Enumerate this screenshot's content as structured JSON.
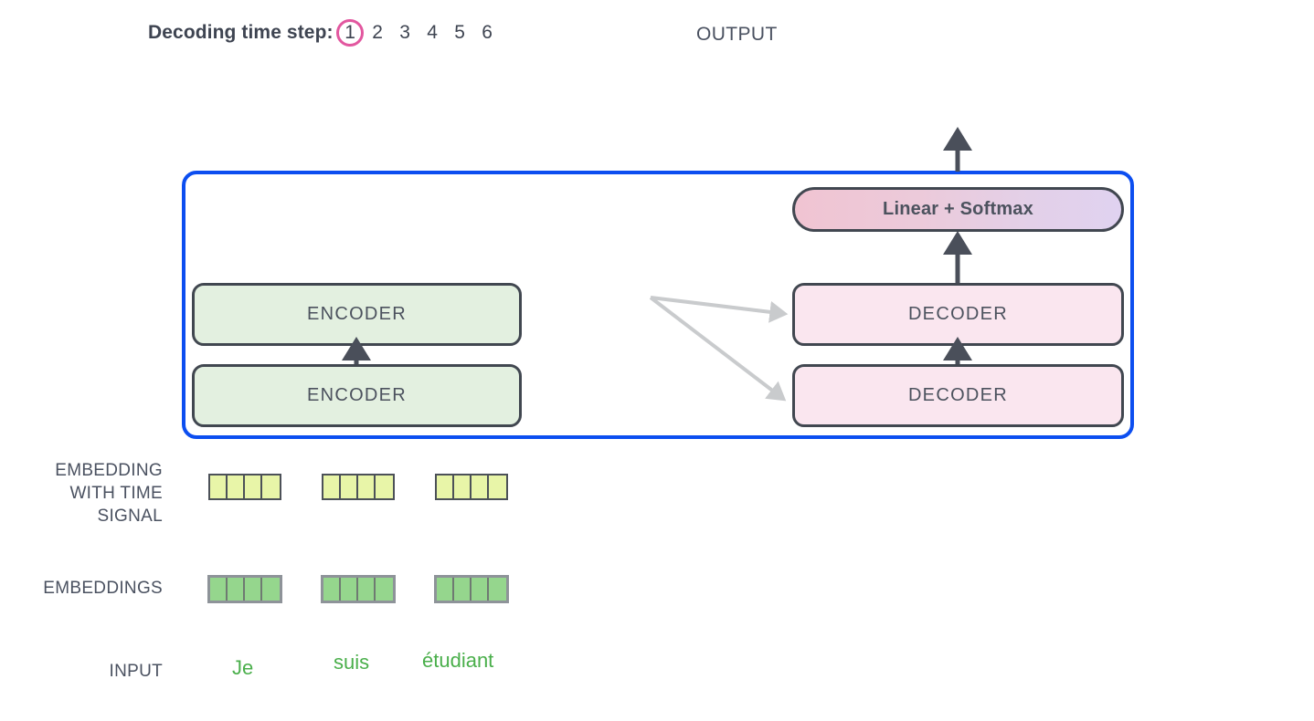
{
  "header": {
    "timestep_label": "Decoding time step:",
    "steps": [
      "1",
      "2",
      "3",
      "4",
      "5",
      "6"
    ],
    "active_step_index": 0,
    "active_ring_color": "#e2579f",
    "output_label": "OUTPUT"
  },
  "transformer": {
    "border_color": "#0c4ef0",
    "encoders": [
      {
        "label": "ENCODER",
        "name": "encoder-top"
      },
      {
        "label": "ENCODER",
        "name": "encoder-bottom"
      }
    ],
    "decoders": [
      {
        "label": "DECODER",
        "name": "decoder-top"
      },
      {
        "label": "DECODER",
        "name": "decoder-bottom"
      }
    ],
    "output_head": {
      "label": "Linear + Softmax",
      "gradient_from": "#f0c4d2",
      "gradient_to": "#e0d2f0"
    },
    "encoder_fill": "#e3f0e0",
    "decoder_fill": "#fae6ef",
    "block_border": "#414750"
  },
  "rows": {
    "embedding_with_time_signal": {
      "label_lines": [
        "EMBEDDING",
        "WITH TIME",
        "SIGNAL"
      ],
      "label": "EMBEDDING WITH TIME SIGNAL",
      "cell_color": "#e8f5a8",
      "cells_per_vector": 4,
      "vector_count": 3
    },
    "embeddings": {
      "label": "EMBEDDINGS",
      "cell_color": "#95d68d",
      "cells_per_vector": 4,
      "vector_count": 3
    },
    "input": {
      "label": "INPUT",
      "word_color": "#4aaf4b",
      "words": [
        "Je",
        "suis",
        "étudiant"
      ]
    }
  },
  "arrows": {
    "color_dark": "#4a4f5a",
    "color_light": "#c9cbcd"
  }
}
